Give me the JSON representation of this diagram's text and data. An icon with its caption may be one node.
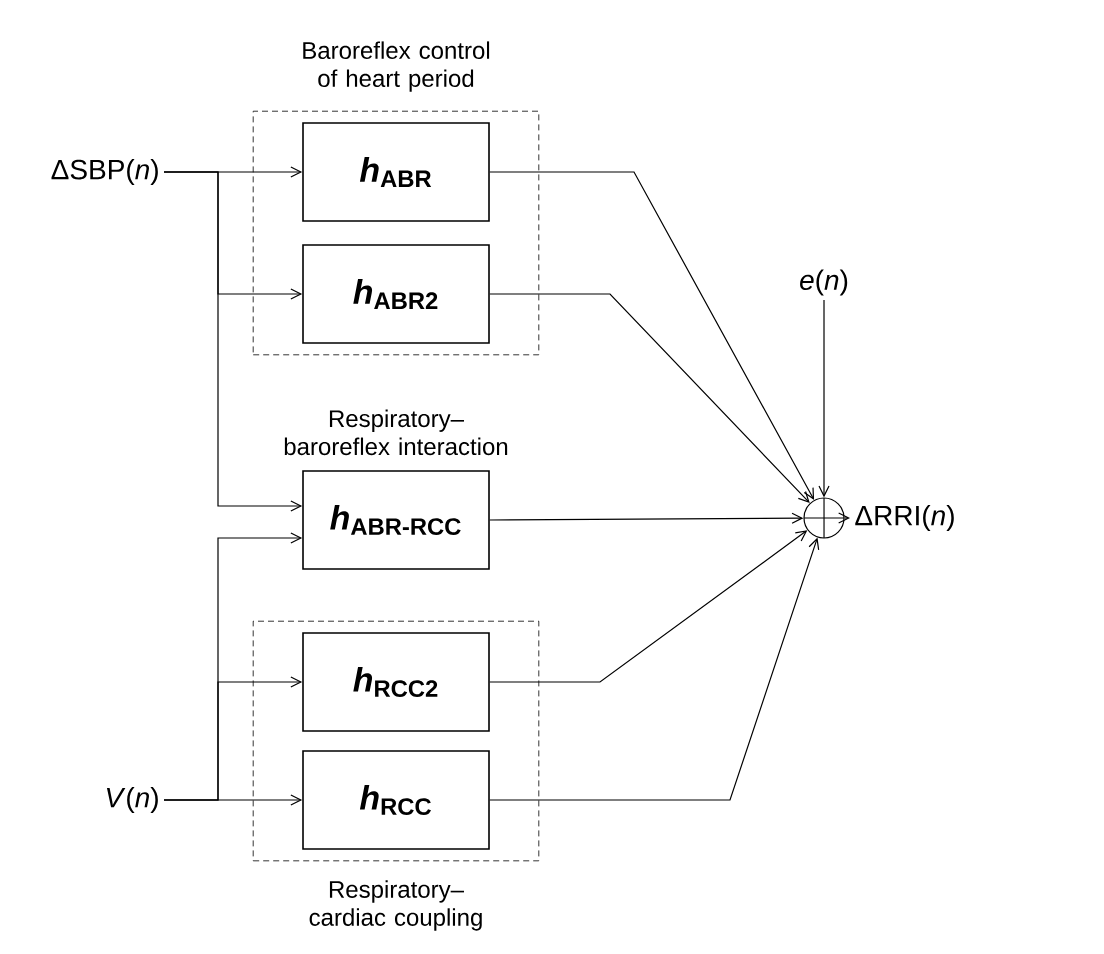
{
  "diagram": {
    "nodes": [
      {
        "text": [
          "Baroreflex control of heart period"
        ]
      },
      {
        "text": [
          "*h*$_{ABR}$"
        ],
        "in": 0
      },
      {
        "text": [
          "*h*$_{ABR2}$"
        ],
        "in": 0
      },
      {
        "text": [
          "Respiratory–baroreflex interaction",
          "*h*$_{ABR-RCC}$"
        ]
      },
      {
        "text": [
          "Respiratory–cardiac coupling"
        ]
      },
      {
        "text": [
          "*h*$_{RCC2}$"
        ],
        "in": 4
      },
      {
        "text": [
          "*h*$_{RCC}$"
        ],
        "in": 4
      },
      {
        "text": [
          "ΔSBP(*n*)"
        ]
      },
      {
        "text": [
          "*V*(*n*)"
        ]
      },
      {
        "text": [
          "*e*(*n*)"
        ]
      },
      {
        "text": [],
        "shape": "circle"
      },
      {
        "text": [
          "ΔRRI(*n*)"
        ]
      }
    ],
    "edges": [
      {
        "from": 7,
        "to": 1,
        "arrow": "to"
      },
      {
        "from": 7,
        "to": 2,
        "arrow": "to"
      },
      {
        "from": 7,
        "to": 3,
        "arrow": "to"
      },
      {
        "from": 8,
        "to": 3,
        "arrow": "to"
      },
      {
        "from": 8,
        "to": 5,
        "arrow": "to"
      },
      {
        "from": 8,
        "to": 6,
        "arrow": "to"
      },
      {
        "from": 1,
        "to": 10,
        "arrow": "to"
      },
      {
        "from": 2,
        "to": 10,
        "arrow": "to"
      },
      {
        "from": 3,
        "to": 10,
        "arrow": "to"
      },
      {
        "from": 5,
        "to": 10,
        "arrow": "to"
      },
      {
        "from": 6,
        "to": 10,
        "arrow": "to"
      },
      {
        "from": 9,
        "to": 10,
        "arrow": "to"
      },
      {
        "from": 10,
        "to": 11,
        "arrow": "to"
      }
    ]
  }
}
